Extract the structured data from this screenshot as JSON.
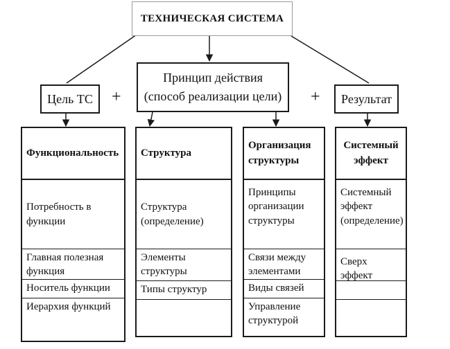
{
  "title": "ТЕХНИЧЕСКАЯ СИСТЕМА",
  "goal": "Цель ТС",
  "principle": {
    "line1": "Принцип действия",
    "line2": "(способ реализации цели)"
  },
  "result": "Результат",
  "plus": "+",
  "columns": [
    {
      "header": "Функциональность",
      "description": "Потребность в функции",
      "items": [
        "Главная полезная функция",
        "Носитель функции",
        "Иерархия функций"
      ]
    },
    {
      "header": "Структура",
      "description": "Структура (определение)",
      "items": [
        "Элементы структуры",
        "Типы структур",
        ""
      ]
    },
    {
      "header": "Организация структуры",
      "description": "Принципы организации структуры",
      "items": [
        "Связи между элементами",
        "Виды связей",
        "Управление структурой"
      ]
    },
    {
      "header": "Системный эффект",
      "description": "Системный эффект (определение)",
      "items": [
        "Сверх эффект",
        "",
        ""
      ]
    }
  ]
}
